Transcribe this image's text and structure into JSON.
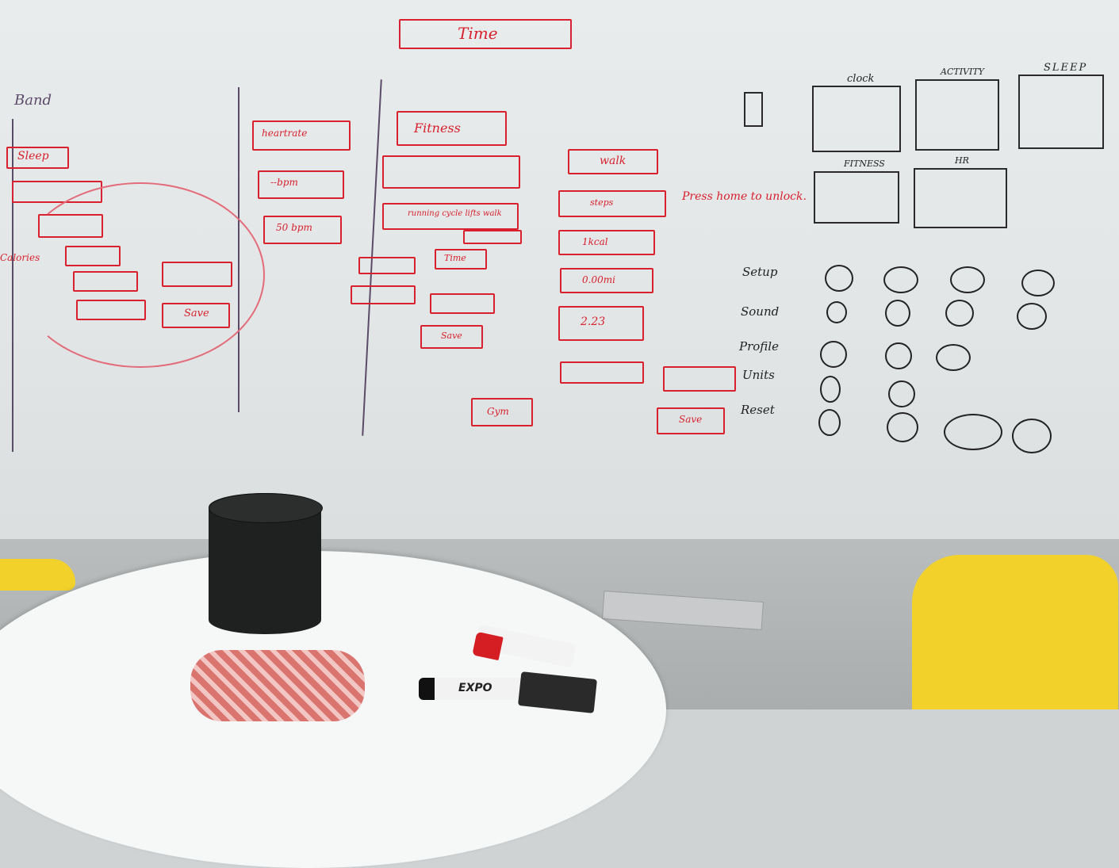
{
  "top": {
    "time_label": "Time"
  },
  "band": {
    "label": "Band",
    "sleep": "Sleep",
    "calories": "Calories"
  },
  "heart": {
    "heartrate": "heartrate",
    "bpm_dash": "--bpm",
    "bpm_50": "50 bpm"
  },
  "fitness": {
    "label": "Fitness",
    "modes": "running cycle lifts walk",
    "walk": "walk",
    "gym": "Gym",
    "time": "Time",
    "save": "Save"
  },
  "right_list": {
    "steps": "steps",
    "kcal": "1kcal",
    "distance": "0.00mi",
    "value": "2.23",
    "press": "Press home to unlock."
  },
  "screens": {
    "clock": "clock",
    "activity": "ACTIVITY",
    "sleep": "SLEEP",
    "fitness": "FITNESS",
    "hr": "HR"
  },
  "settings": {
    "rows": [
      "Setup",
      "Sound",
      "Profile",
      "Units",
      "Reset"
    ]
  },
  "markers": {
    "brand": "EXPO"
  }
}
